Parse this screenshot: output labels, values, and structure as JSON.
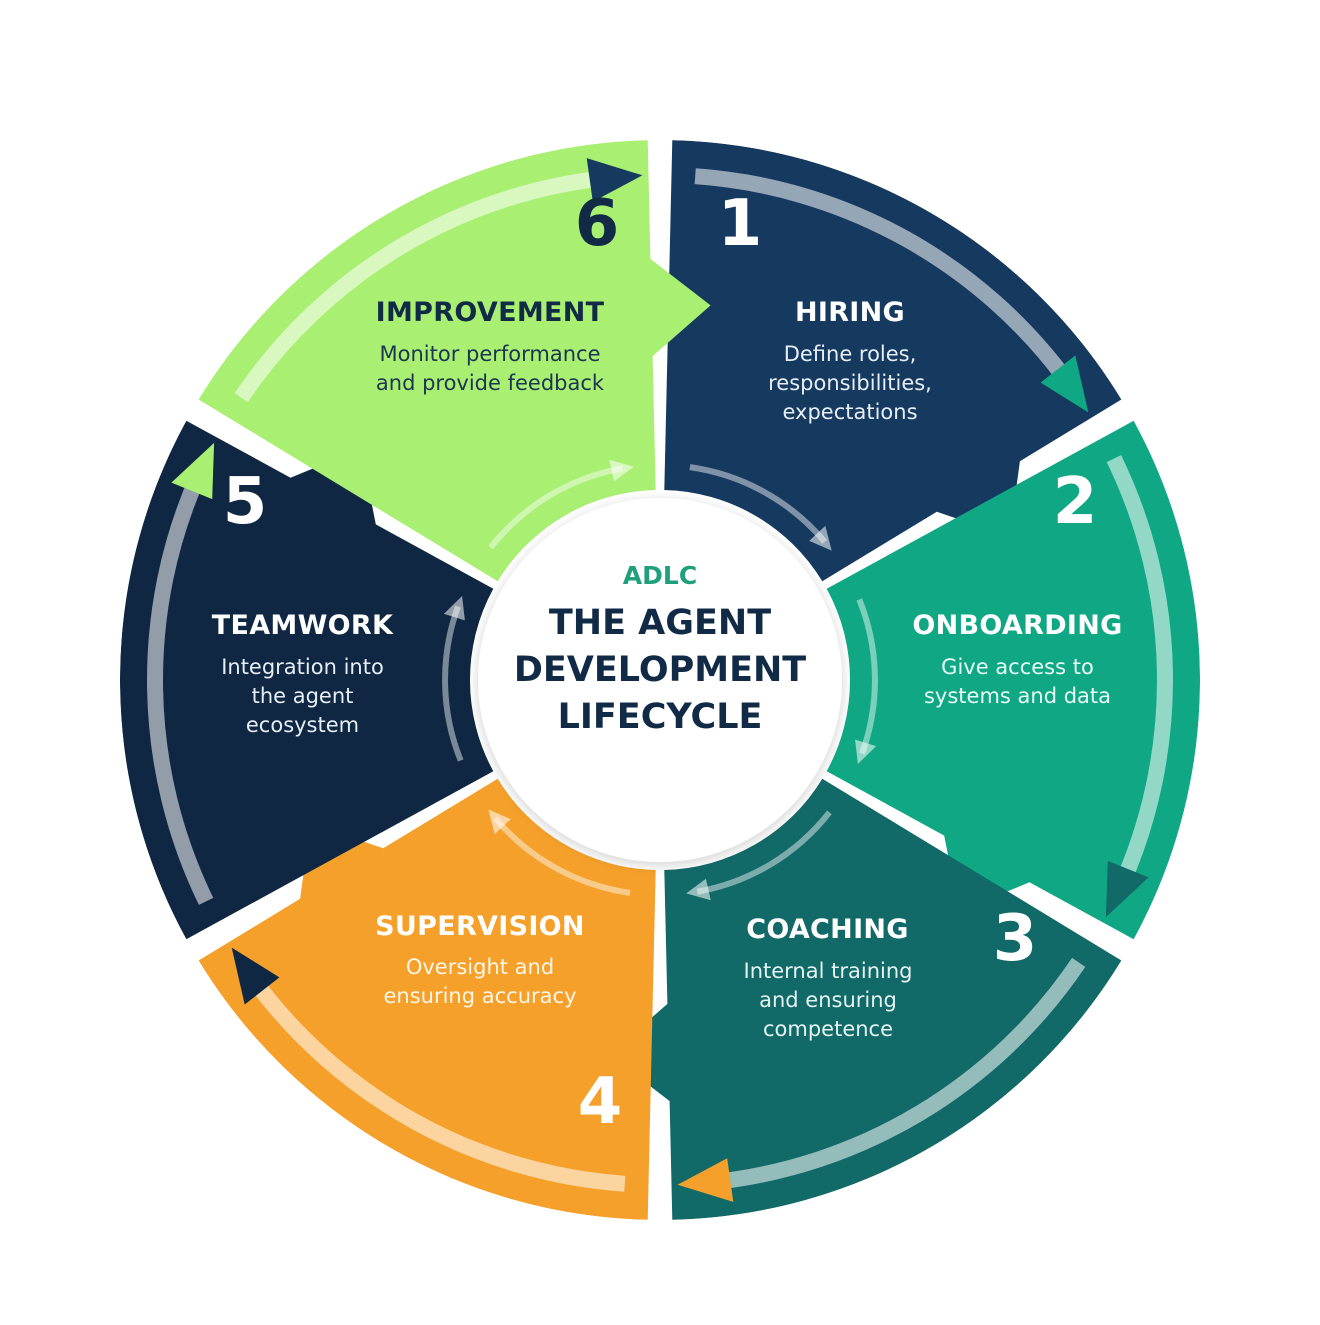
{
  "center": {
    "subtitle": "ADLC",
    "title_lines": [
      "THE AGENT",
      "DEVELOPMENT",
      "LIFECYCLE"
    ]
  },
  "colors": {
    "hiring": "#163a5f",
    "onboarding": "#10a884",
    "coaching": "#126a68",
    "supervision": "#f5a02a",
    "teamwork": "#0f2742",
    "improvement": "#a8ef72",
    "center_subtitle": "#1f9f7c",
    "center_title": "#112b47"
  },
  "stages": [
    {
      "number": "1",
      "title": "HIRING",
      "lines": [
        "Define roles,",
        "responsibilities,",
        "expectations"
      ]
    },
    {
      "number": "2",
      "title": "ONBOARDING",
      "lines": [
        "Give access to",
        "systems and data"
      ]
    },
    {
      "number": "3",
      "title": "COACHING",
      "lines": [
        "Internal training",
        "and ensuring",
        "competence"
      ]
    },
    {
      "number": "4",
      "title": "SUPERVISION",
      "lines": [
        "Oversight and",
        "ensuring accuracy"
      ]
    },
    {
      "number": "5",
      "title": "TEAMWORK",
      "lines": [
        "Integration into",
        "the agent",
        "ecosystem"
      ]
    },
    {
      "number": "6",
      "title": "IMPROVEMENT",
      "lines": [
        "Monitor performance",
        "and provide feedback"
      ]
    }
  ]
}
